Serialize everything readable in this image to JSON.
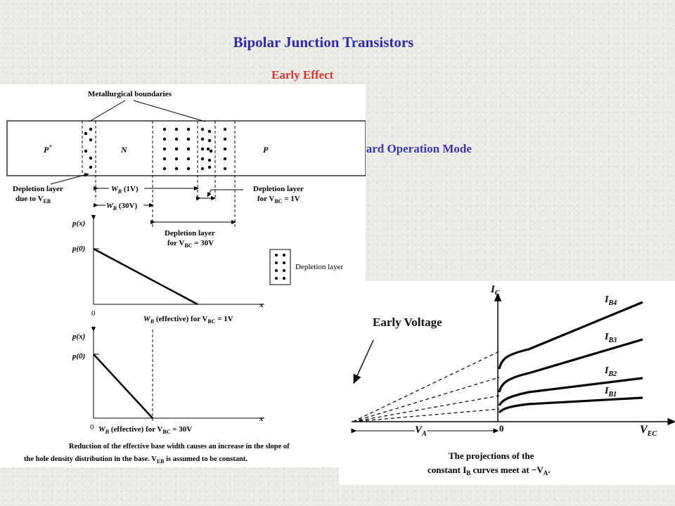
{
  "header": {
    "title": "Bipolar Junction Transistors",
    "subtitle": "Early Effect",
    "mode": "Forward Operation Mode",
    "early_voltage": "Early Voltage"
  },
  "left_diagram": {
    "metallurgical": "Metallurgical boundaries",
    "p_plus": "P",
    "p_plus_sup": "+",
    "n": "N",
    "p": "P",
    "dep_eb_1": "Depletion layer",
    "dep_eb_2": "due to V",
    "dep_eb_sub": "EB",
    "wb1": "W",
    "wb1_sub": "B",
    "wb1_txt": " (1V)",
    "wb30": "W",
    "wb30_sub": "B",
    "wb30_txt": " (30V)",
    "dep_bc1_1": "Depletion layer",
    "dep_bc1_2": "for V",
    "dep_bc1_sub": "BC",
    "dep_bc1_val": " = 1V",
    "dep_bc30_1": "Depletion layer",
    "dep_bc30_2": "for V",
    "dep_bc30_sub": "BC",
    "dep_bc30_val": " = 30V",
    "legend": "Depletion layer",
    "px_1": "p(x)",
    "p0_1": "p(0)",
    "zero_1": "0",
    "x_1": "x",
    "eff_1_w": "W",
    "eff_1_sub": "B",
    "eff_1_txt": " (effective) for V",
    "eff_1_sub2": "BC",
    "eff_1_val": " = 1V",
    "px_2": "p(x)",
    "p0_2": "p(0)",
    "zero_2": "0",
    "x_2": "x",
    "eff_2_w": "W",
    "eff_2_sub": "B",
    "eff_2_txt": " (effective) for V",
    "eff_2_sub2": "BC",
    "eff_2_val": " = 30V",
    "caption_1": "Reduction of the effective base width causes an increase in the slope of",
    "caption_2a": "the hole density distribution in the base. V",
    "caption_2_sub": "EB",
    "caption_2b": " is assumed to be constant."
  },
  "right_diagram": {
    "ic": "I",
    "ic_sub": "C",
    "ib4": "I",
    "ib4_sub": "B4",
    "ib3": "I",
    "ib3_sub": "B3",
    "ib2": "I",
    "ib2_sub": "B2",
    "ib1": "I",
    "ib1_sub": "B1",
    "zero": "0",
    "vec": "V",
    "vec_sub": "EC",
    "va": "V",
    "va_sub": "A",
    "cap_1": "The projections of the",
    "cap_2a": "constant I",
    "cap_2_sub": "B",
    "cap_2b": " curves meet at −V",
    "cap_2_sub2": "A",
    "cap_2c": "."
  }
}
